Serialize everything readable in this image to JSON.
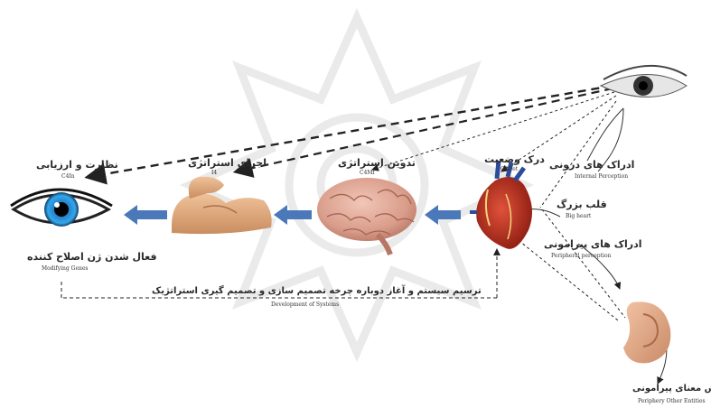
{
  "colors": {
    "arrow_blue": "#4a78b8",
    "dashed": "#222222",
    "watermark": "#d9d9d9"
  },
  "icons": [
    "eye-left-icon",
    "eye-top-right-icon",
    "arm-muscle-icon",
    "brain-icon",
    "heart-icon",
    "ear-icon",
    "watermark-emblem-icon"
  ],
  "labels": {
    "monitoring": {
      "fa": "نظارت و ارزیابی",
      "en": "C4In"
    },
    "strategy_exec": {
      "fa": "اجرای استراتژی",
      "en": "I4"
    },
    "strategy_dev": {
      "fa": "تدوین استراتژی",
      "en": "C4Mf"
    },
    "situation": {
      "fa": "درک وضعیت",
      "en": "C4Det"
    },
    "internal_perception": {
      "fa": "ادراک های درونی",
      "en": "Internal Perception"
    },
    "big_heart": {
      "fa": "قلب بزرگ",
      "en": "Big heart"
    },
    "peripheral_perception": {
      "fa": "ادراک های پیرامونی",
      "en": "Peripheral perception"
    },
    "activating_genes": {
      "fa": "فعال شدن ژن اصلاح کننده",
      "en": "Modifying Genes"
    },
    "bottom_caption": {
      "fa": "ترسیم سیستم و آغاز دوباره چرخه تصمیم سازی و تصمیم گیری استراتژیک",
      "en": "Development of Systems"
    },
    "ear_caption": {
      "fa": "گوش معنای پیرامونی",
      "en": "Periphery Other Entities"
    }
  }
}
